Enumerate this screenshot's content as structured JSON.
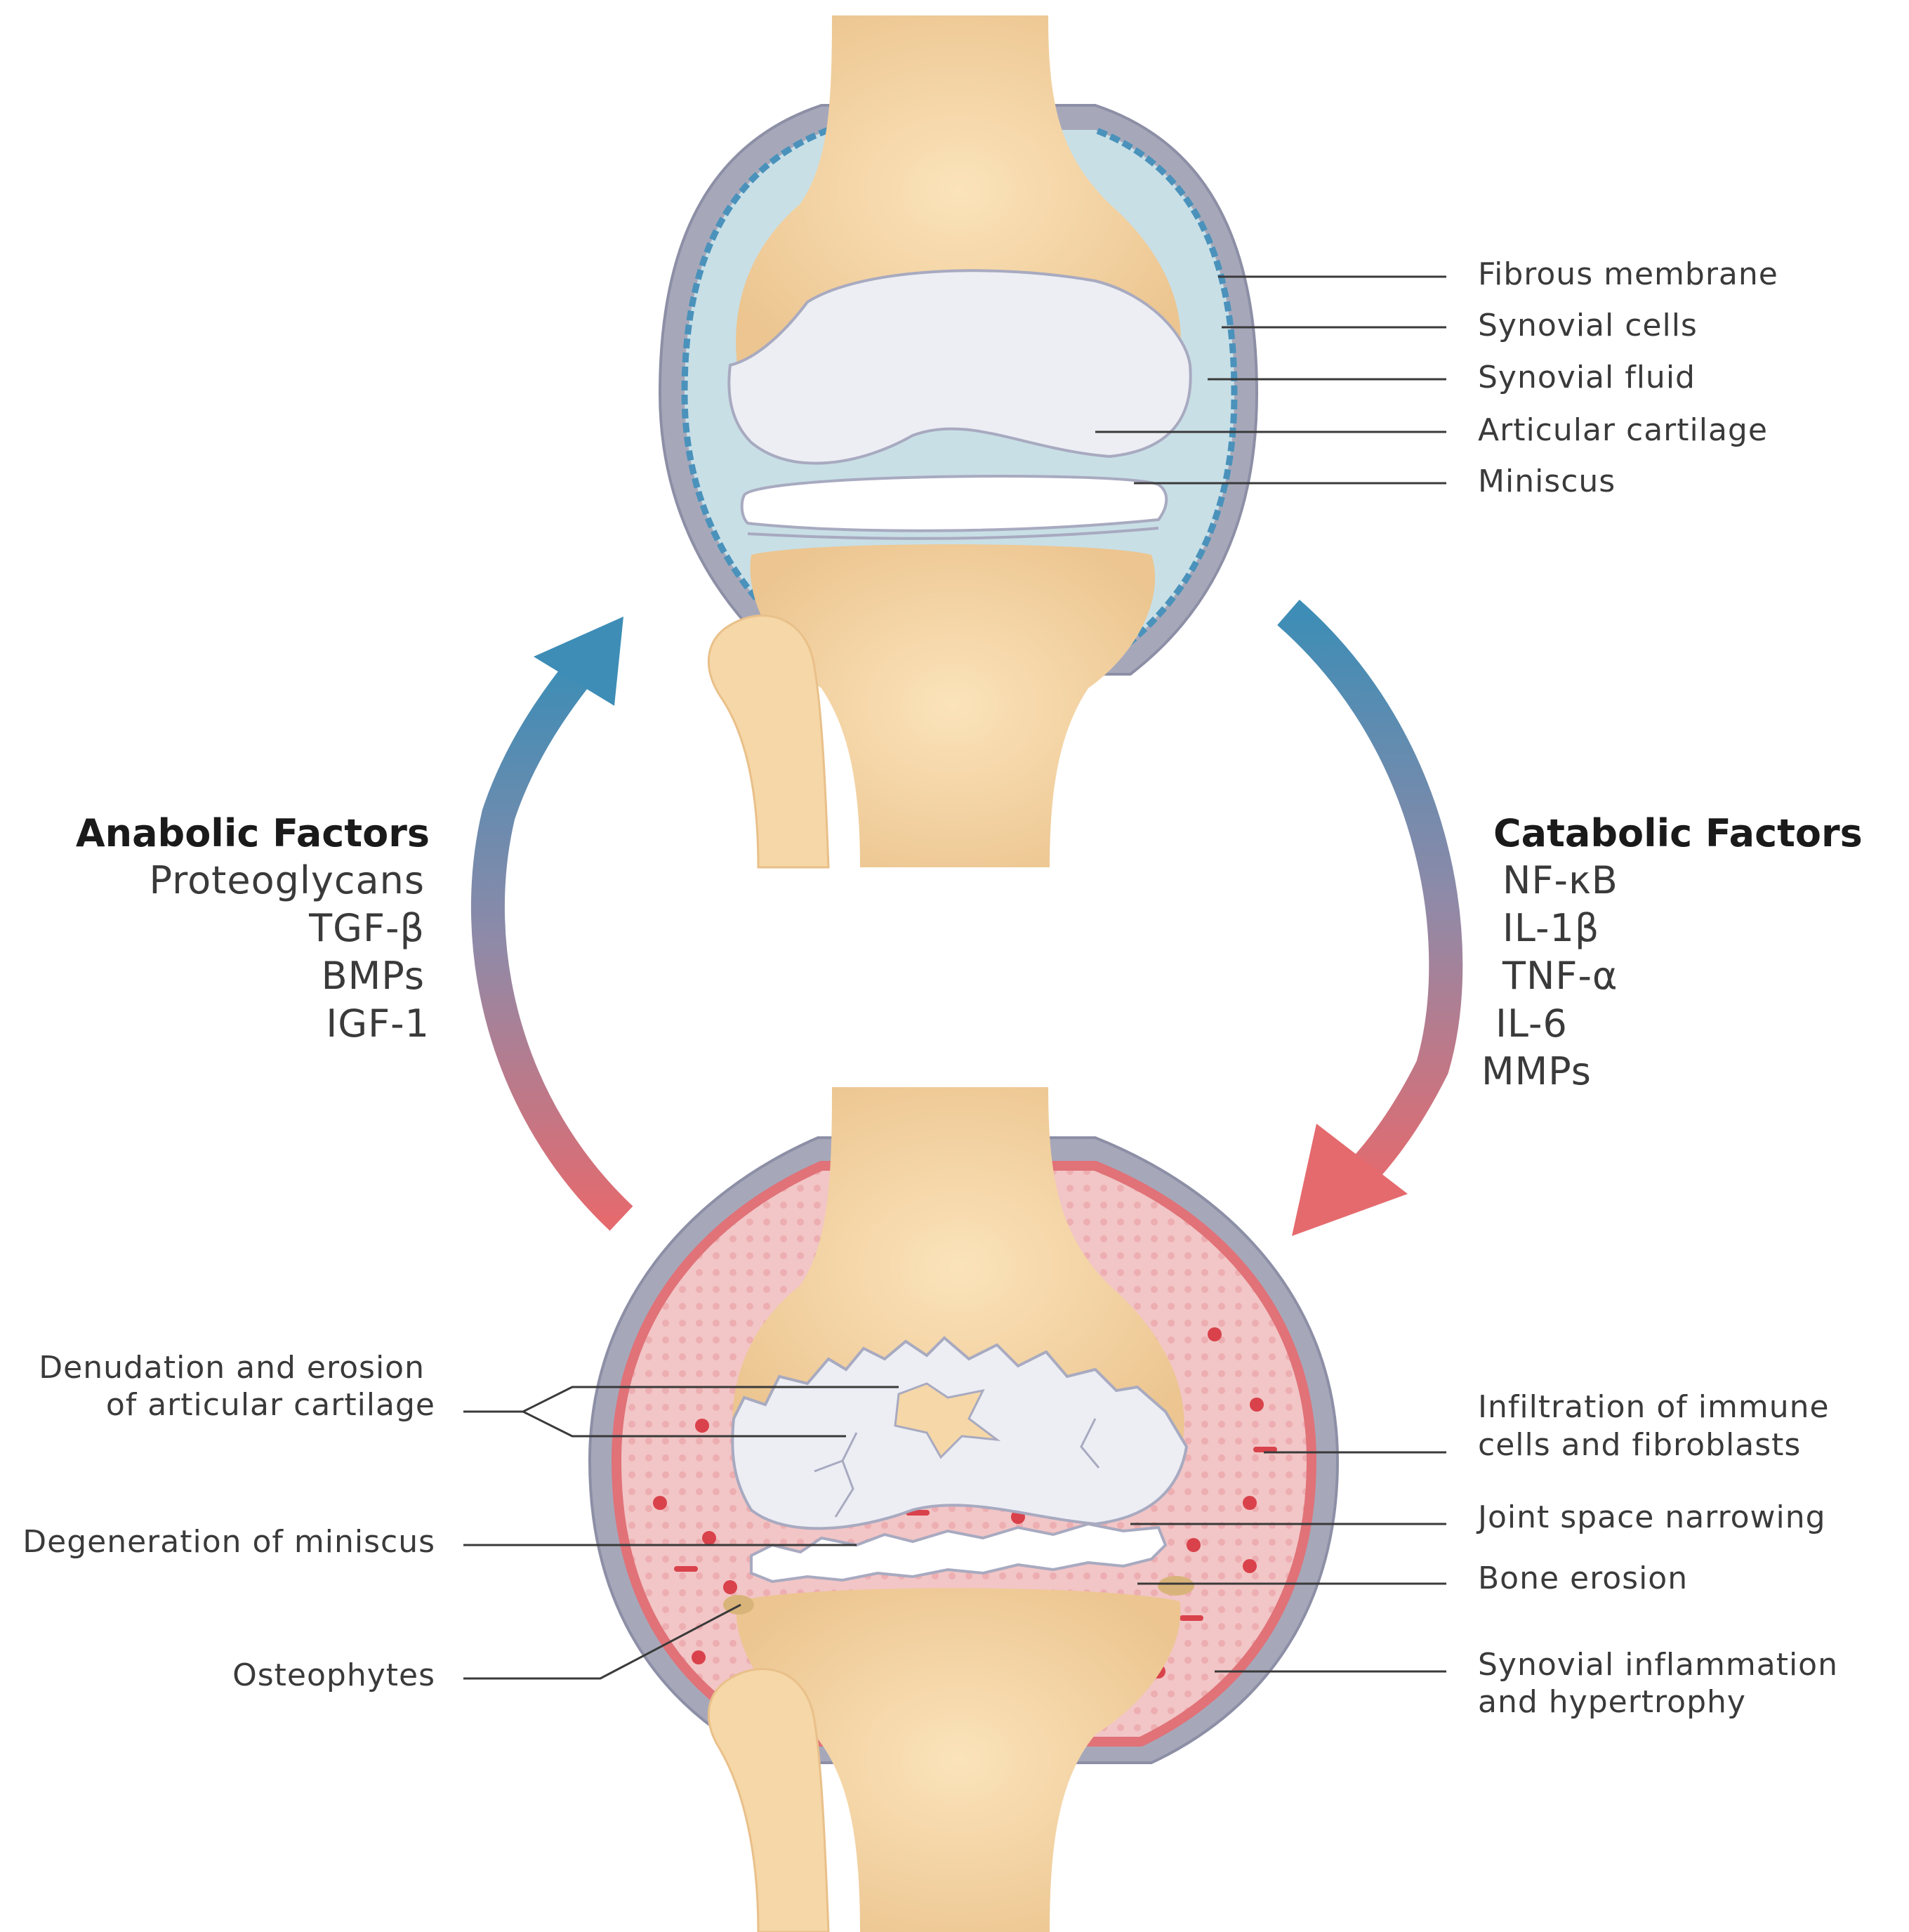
{
  "colors": {
    "bone": "#f6d7a7",
    "bone_shade": "#e9c08a",
    "capsule": "#a6a8ba",
    "capsule_edge": "#8d8fa6",
    "healthy_fluid": "#c8dfe6",
    "synovial_blue": "#4a92bb",
    "cartilage": "#eceef4",
    "cartilage_edge": "#a8aac0",
    "inflamed_fluid": "#f2c5c6",
    "inflamed_edge": "#e07278",
    "arrow_blue": "#3d8db6",
    "arrow_red": "#e46a6e"
  },
  "healthy_joint": {
    "labels": [
      "Fibrous membrane",
      "Synovial cells",
      "Synovial fluid",
      "Articular cartilage",
      "Miniscus"
    ]
  },
  "anabolic": {
    "title": "Anabolic Factors",
    "items": [
      "Proteoglycans",
      "TGF-β",
      "BMPs",
      "IGF-1"
    ]
  },
  "catabolic": {
    "title": "Catabolic Factors",
    "items": [
      "NF-κB",
      "IL-1β",
      "TNF-α",
      "IL-6",
      "MMPs"
    ]
  },
  "diseased_joint": {
    "left_labels": [
      "Denudation and erosion",
      "of articular cartilage",
      "Degeneration of miniscus",
      "Osteophytes"
    ],
    "right_labels": [
      "Infiltration of immune",
      "cells and fibroblasts",
      "Joint space narrowing",
      "Bone erosion",
      "Synovial inflammation",
      "and hypertrophy"
    ]
  }
}
